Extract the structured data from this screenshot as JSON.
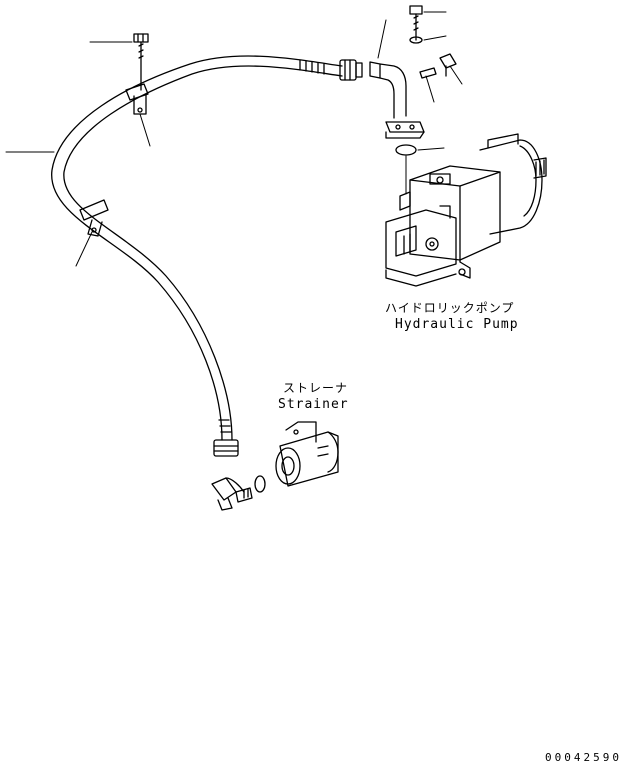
{
  "labels": {
    "pump_jp": "ハイドロリックポンプ",
    "pump_en": "Hydraulic Pump",
    "strainer_jp": "ストレーナ",
    "strainer_en": "Strainer",
    "drawing_number": "00042590"
  },
  "colors": {
    "line": "#000000",
    "background": "#ffffff"
  }
}
